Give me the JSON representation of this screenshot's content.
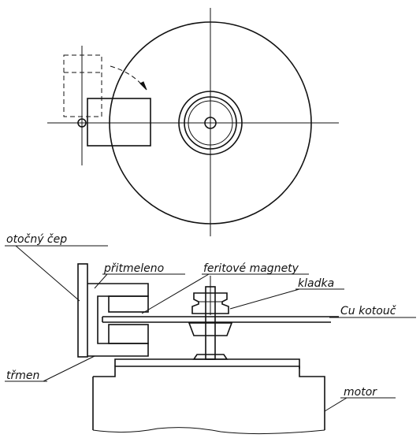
{
  "labels": {
    "otocny_cep": "otočný čep",
    "pritmeleno": "přitmeleno",
    "feritove_magnety": "feritové magnety",
    "kladka": "kladka",
    "cu_kotouc": "Cu kotouč",
    "trmen": "třmen",
    "motor": "motor"
  }
}
